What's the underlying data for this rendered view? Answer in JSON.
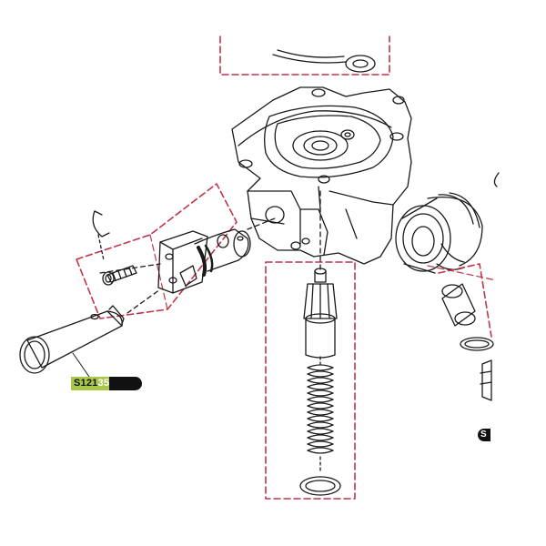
{
  "diagram": {
    "part_label_prefix": "S121",
    "part_label_suffix": "35",
    "edge_label": "S",
    "colors": {
      "line": "#1a1a1a",
      "group_border": "#c0354a",
      "label_highlight": "#a9c74b",
      "label_background": "#111111"
    }
  }
}
